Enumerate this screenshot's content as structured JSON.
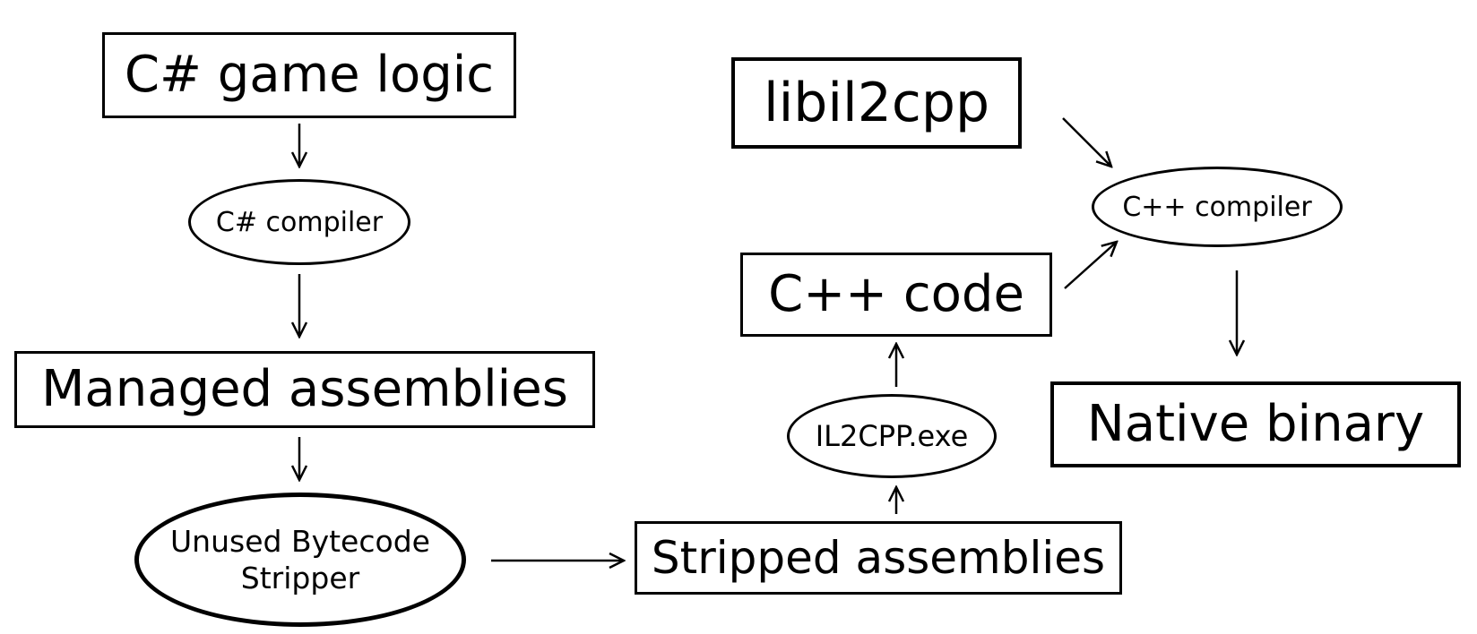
{
  "nodes": {
    "csharp_game_logic": "C# game logic",
    "csharp_compiler": "C# compiler",
    "managed_assemblies": "Managed assemblies",
    "unused_bytecode_stripper": {
      "line1": "Unused Bytecode",
      "line2": "Stripper"
    },
    "stripped_assemblies": "Stripped assemblies",
    "il2cpp_exe": "IL2CPP.exe",
    "cpp_code": "C++ code",
    "libil2cpp": "libil2cpp",
    "cpp_compiler": "C++ compiler",
    "native_binary": "Native binary"
  },
  "edges": [
    {
      "from": "C# game logic",
      "to": "C# compiler"
    },
    {
      "from": "C# compiler",
      "to": "Managed assemblies"
    },
    {
      "from": "Managed assemblies",
      "to": "Unused Bytecode Stripper"
    },
    {
      "from": "Unused Bytecode Stripper",
      "to": "Stripped assemblies"
    },
    {
      "from": "Stripped assemblies",
      "to": "IL2CPP.exe"
    },
    {
      "from": "IL2CPP.exe",
      "to": "C++ code"
    },
    {
      "from": "C++ code",
      "to": "C++ compiler"
    },
    {
      "from": "libil2cpp",
      "to": "C++ compiler"
    },
    {
      "from": "C++ compiler",
      "to": "Native binary"
    }
  ]
}
